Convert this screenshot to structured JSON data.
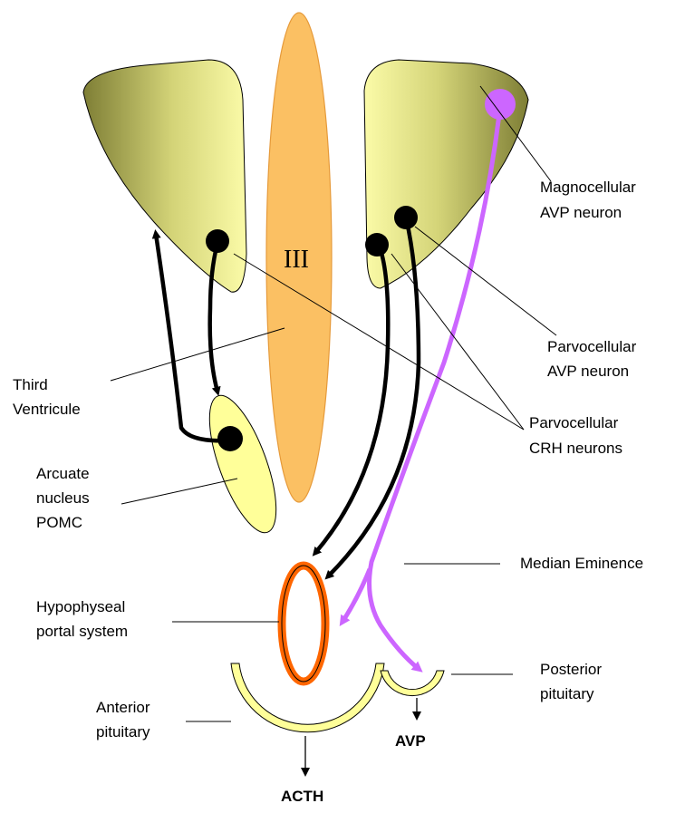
{
  "diagram": {
    "ventricle_label": "III",
    "labels": {
      "magnocellular": [
        "Magnocellular",
        "AVP neuron"
      ],
      "parvo_avp": [
        "Parvocellular",
        "AVP neuron"
      ],
      "parvo_crh": [
        "Parvocellular",
        "CRH neurons"
      ],
      "third_ventricle": [
        "Third",
        "Ventricule"
      ],
      "arcuate": [
        "Arcuate",
        "nucleus",
        "POMC"
      ],
      "median_eminence": "Median Eminence",
      "portal_system": [
        "Hypophyseal",
        "portal system"
      ],
      "anterior_pituitary": [
        "Anterior",
        "pituitary"
      ],
      "posterior_pituitary": [
        "Posterior",
        "pituitary"
      ],
      "avp_output": "AVP",
      "acth_output": "ACTH"
    },
    "colors": {
      "nucleus_dark": "#8a8a3c",
      "nucleus_light": "#fbfba8",
      "ventricle": "#fbc063",
      "ventricle_edge": "#e69a3a",
      "arcuate_fill": "#ffff99",
      "portal": "#ff6600",
      "magno_pathway": "#cc66ff",
      "pituitary": "#ffff99"
    }
  }
}
